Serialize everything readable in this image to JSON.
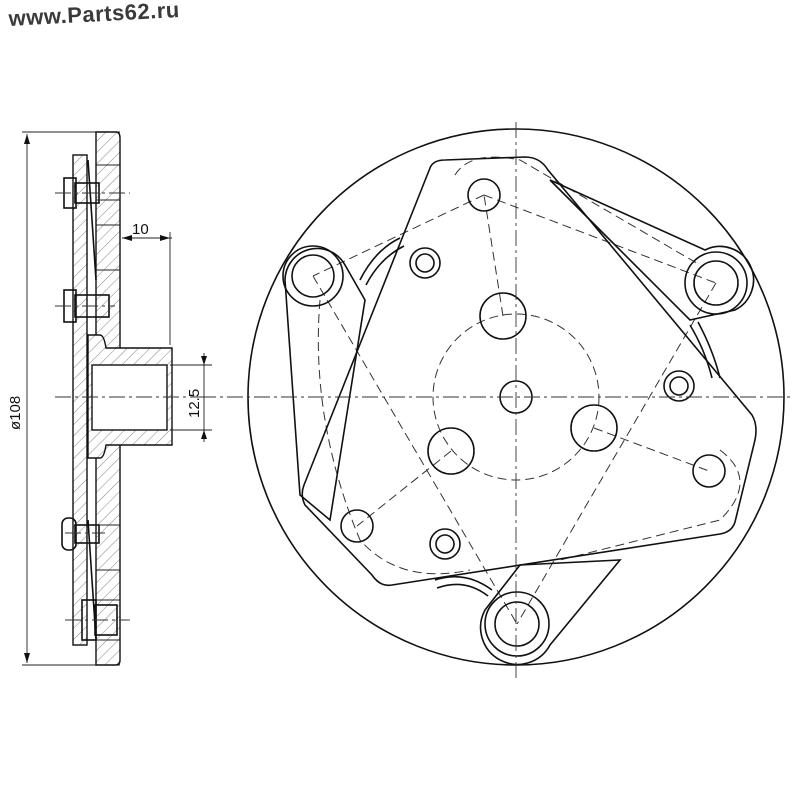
{
  "watermark": "www.Parts62.ru",
  "dimensions": {
    "diameter": "ø108",
    "hub_length": "10",
    "bore": "12.5"
  }
}
